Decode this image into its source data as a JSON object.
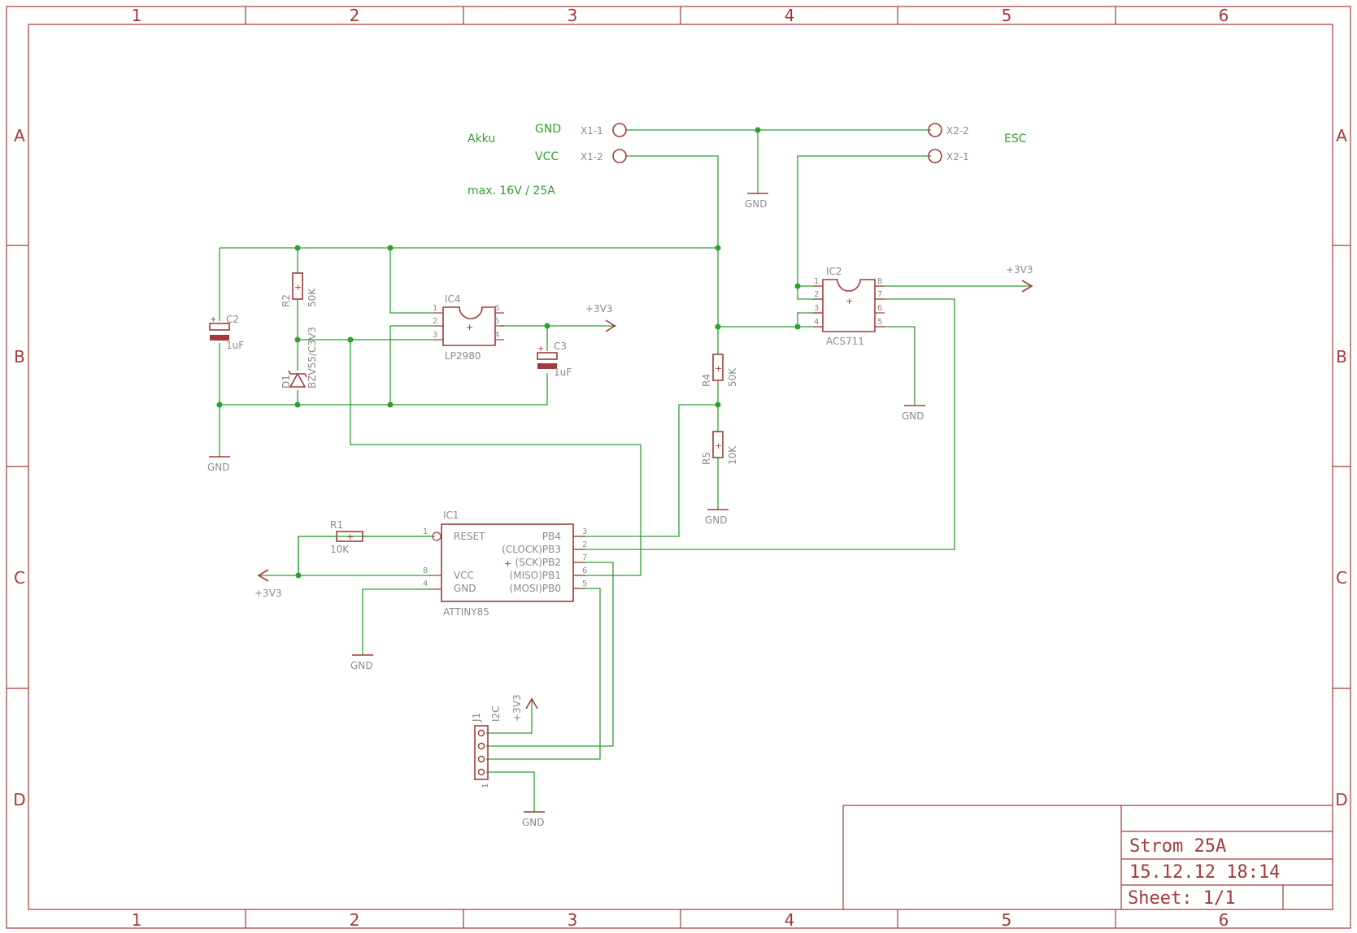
{
  "frame": {
    "columns": [
      "1",
      "2",
      "3",
      "4",
      "5",
      "6"
    ],
    "rows": [
      "A",
      "B",
      "C",
      "D"
    ]
  },
  "title_block": {
    "title": "Strom 25A",
    "date": "15.12.12 18:14",
    "sheet": "Sheet: 1/1"
  },
  "notes": {
    "akku": "Akku",
    "max": "max. 16V / 25A",
    "esc": "ESC"
  },
  "nets": {
    "gnd": "GND",
    "vcc": "VCC",
    "v33": "+3V3"
  },
  "connectors": {
    "x1_1": "X1-1",
    "x1_2": "X1-2",
    "x2_1": "X2-1",
    "x2_2": "X2-2",
    "j1": "J1",
    "j1_value": "I2C",
    "j1_pin1": "1"
  },
  "components": {
    "c2": {
      "name": "C2",
      "value": "1uF"
    },
    "c3": {
      "name": "C3",
      "value": "1uF"
    },
    "r1": {
      "name": "R1",
      "value": "10K"
    },
    "r2": {
      "name": "R2",
      "value": "50K"
    },
    "r4": {
      "name": "R4",
      "value": "50K"
    },
    "r5": {
      "name": "R5",
      "value": "10K"
    },
    "d1": {
      "name": "D1",
      "value": "BZV55/C3V3"
    },
    "ic4": {
      "name": "IC4",
      "value": "LP2980",
      "pins": [
        "1",
        "2",
        "3",
        "4",
        "5",
        "6"
      ]
    },
    "ic2": {
      "name": "IC2",
      "value": "ACS711",
      "pins": [
        "1",
        "2",
        "3",
        "4",
        "5",
        "6",
        "7",
        "8"
      ]
    },
    "ic1": {
      "name": "IC1",
      "value": "ATTINY85",
      "pins_left": [
        "1",
        "8",
        "4"
      ],
      "pins_right": [
        "3",
        "2",
        "7",
        "6",
        "5"
      ],
      "pin_labels": {
        "reset": "RESET",
        "vcc": "VCC",
        "gnd": "GND",
        "pb4": "PB4",
        "pb3": "(CLOCK)PB3",
        "pb2": "(SCK)PB2",
        "pb1": "(MISO)PB1",
        "pb0": "(MOSI)PB0"
      }
    }
  }
}
